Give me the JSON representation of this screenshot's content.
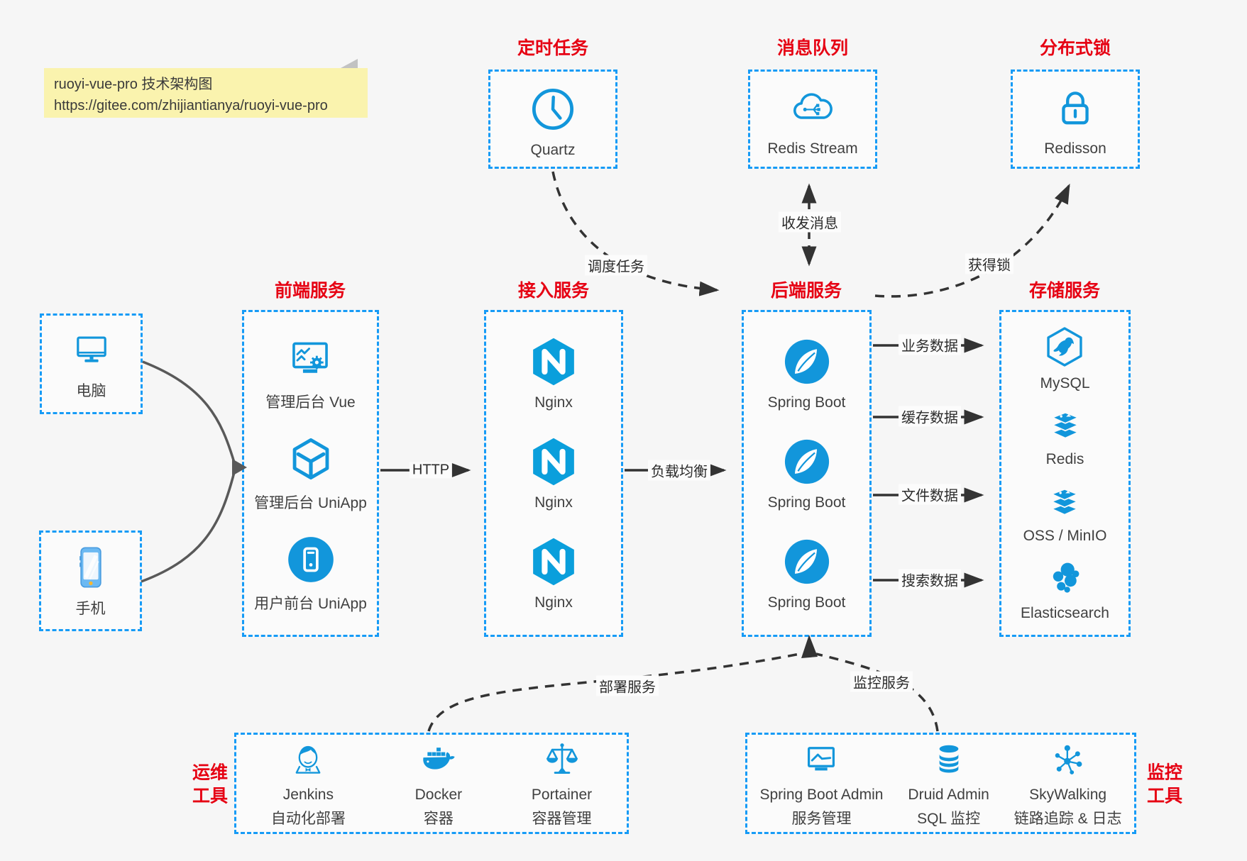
{
  "note": {
    "line1": "ruoyi-vue-pro 技术架构图",
    "line2": "https://gitee.com/zhijiantianya/ruoyi-vue-pro"
  },
  "palette": {
    "accent_blue": "#1296db",
    "border_blue": "#169bf6",
    "title_red": "#e60113",
    "note_bg": "#faf3ae",
    "arrow_black": "#333333",
    "arrow_gray": "#595959",
    "canvas_bg": "#f6f6f6"
  },
  "top_groups": {
    "scheduled_job": {
      "title": "定时任务",
      "item": {
        "icon": "clock-icon",
        "label": "Quartz"
      }
    },
    "message_queue": {
      "title": "消息队列",
      "item": {
        "icon": "cloud-stream-icon",
        "label": "Redis Stream"
      }
    },
    "distributed_lock": {
      "title": "分布式锁",
      "item": {
        "icon": "lock-icon",
        "label": "Redisson"
      }
    }
  },
  "clients": {
    "pc": {
      "icon": "desktop-icon",
      "label": "电脑"
    },
    "mobile": {
      "icon": "smartphone-icon",
      "label": "手机"
    }
  },
  "columns": {
    "frontend": {
      "title": "前端服务",
      "items": [
        {
          "icon": "admin-vue-icon",
          "label": "管理后台 Vue"
        },
        {
          "icon": "uniapp-cube-icon",
          "label": "管理后台 UniApp"
        },
        {
          "icon": "user-uniapp-icon",
          "label": "用户前台 UniApp"
        }
      ]
    },
    "gateway": {
      "title": "接入服务",
      "items": [
        {
          "icon": "nginx-icon",
          "label": "Nginx"
        },
        {
          "icon": "nginx-icon",
          "label": "Nginx"
        },
        {
          "icon": "nginx-icon",
          "label": "Nginx"
        }
      ]
    },
    "backend": {
      "title": "后端服务",
      "items": [
        {
          "icon": "spring-boot-icon",
          "label": "Spring Boot"
        },
        {
          "icon": "spring-boot-icon",
          "label": "Spring Boot"
        },
        {
          "icon": "spring-boot-icon",
          "label": "Spring Boot"
        }
      ]
    },
    "storage": {
      "title": "存储服务",
      "items": [
        {
          "icon": "mysql-icon",
          "label": "MySQL"
        },
        {
          "icon": "redis-icon",
          "label": "Redis"
        },
        {
          "icon": "oss-icon",
          "label": "OSS / MinIO"
        },
        {
          "icon": "elasticsearch-icon",
          "label": "Elasticsearch"
        }
      ]
    }
  },
  "bottom_groups": {
    "devops": {
      "title_line1": "运维",
      "title_line2": "工具",
      "items": [
        {
          "icon": "jenkins-icon",
          "label": "Jenkins",
          "sublabel": "自动化部署"
        },
        {
          "icon": "docker-icon",
          "label": "Docker",
          "sublabel": "容器"
        },
        {
          "icon": "portainer-icon",
          "label": "Portainer",
          "sublabel": "容器管理"
        }
      ]
    },
    "monitoring": {
      "title_line1": "监控",
      "title_line2": "工具",
      "items": [
        {
          "icon": "spring-boot-admin-icon",
          "label": "Spring Boot Admin",
          "sublabel": "服务管理"
        },
        {
          "icon": "druid-icon",
          "label": "Druid Admin",
          "sublabel": "SQL 监控"
        },
        {
          "icon": "skywalking-icon",
          "label": "SkyWalking",
          "sublabel": "链路追踪 & 日志"
        }
      ]
    }
  },
  "edges": {
    "http": "HTTP",
    "load_balance": "负载均衡",
    "business_data": "业务数据",
    "cache_data": "缓存数据",
    "file_data": "文件数据",
    "search_data": "搜索数据",
    "schedule_task": "调度任务",
    "send_receive_message": "收发消息",
    "acquire_lock": "获得锁",
    "deploy_service": "部署服务",
    "monitor_service": "监控服务"
  }
}
